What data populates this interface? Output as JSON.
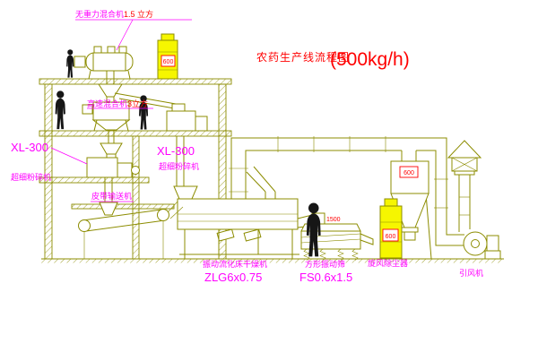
{
  "title": {
    "name": "农药生产线流程图",
    "capacity": "(500kg/h)"
  },
  "labels": {
    "top_mixer_name": "无重力混合机",
    "top_mixer_capacity": "1.5 立方",
    "high_speed_mixer_name": "高速混合机",
    "high_speed_mixer_capacity": "3立方",
    "left_mill_model": "XL-300",
    "left_mill_name": "超细粉碎机",
    "mid_mill_model": "XL-300",
    "mid_mill_name": "超细粉碎机",
    "belt_conveyor": "皮带输送机",
    "dryer_name": "振动流化床干燥机",
    "dryer_model": "ZLG6x0.75",
    "screen_name": "方形振动筛",
    "screen_model": "FS0.6x1.5",
    "cyclone_name": "旋风除尘器",
    "fan_name": "引风机"
  },
  "badges": {
    "cabinet_top": "600",
    "cyclone": "600",
    "cabinet_right": "600",
    "screen_feed": "1500"
  },
  "colors": {
    "line": "#8c8c00",
    "yellow": "#f6f600",
    "magenta": "#ff00ff",
    "red": "#ff0000",
    "silhouette": "#161616"
  }
}
